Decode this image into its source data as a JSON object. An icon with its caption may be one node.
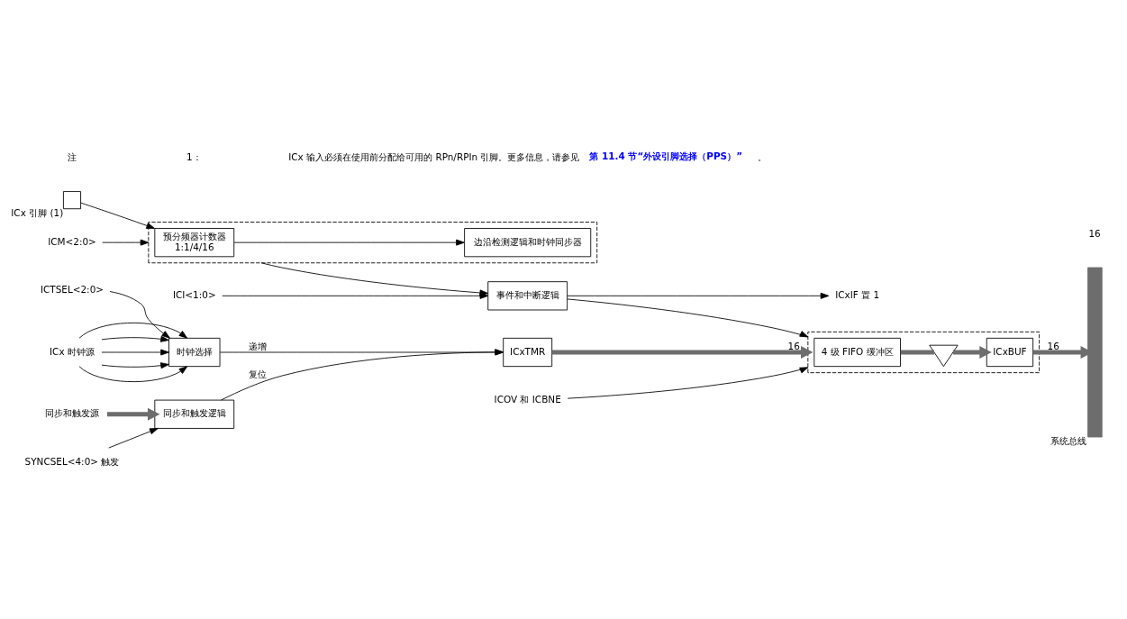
{
  "diagram": {
    "nodes": [
      {
        "text": [],
        "shape": "box",
        "beside": [
          "ICx 引脚 (1)"
        ]
      },
      {
        "text": [],
        "shape": "box"
      },
      {
        "text": [
          "预分频器计数器",
          "1:1/4/16"
        ],
        "in": 1
      },
      {
        "text": [
          "边沿检测逻辑和时钟同步器"
        ],
        "in": 1
      },
      {
        "text": [
          "ICM<2:0>"
        ]
      },
      {
        "text": [
          "事件和中断逻辑"
        ]
      },
      {
        "text": [
          "ICI<1:0>"
        ]
      },
      {
        "text": [
          "ICxIF 置 1"
        ]
      },
      {
        "text": [
          "ICTSEL<2:0>"
        ]
      },
      {
        "text": [
          "时钟选择"
        ]
      },
      {
        "text": [
          "ICx 时钟源"
        ]
      },
      {
        "text": [
          "ICxTMR"
        ]
      },
      {
        "text": [
          "同步和触发源"
        ]
      },
      {
        "text": [
          "同步和触发逻辑"
        ]
      },
      {
        "text": [
          "SYNCSEL<4:0> 触发"
        ]
      },
      {
        "text": [],
        "shape": "box"
      },
      {
        "text": [
          "4 级 FIFO 缓冲区"
        ],
        "in": 15
      },
      {
        "text": [],
        "shape": "triangle",
        "in": 15
      },
      {
        "text": [
          "ICxBUF"
        ],
        "in": 15
      },
      {
        "text": [
          "ICOV 和 ICBNE"
        ]
      },
      {
        "text": [],
        "shape": "bar",
        "beside": [
          "系统总线"
        ]
      }
    ],
    "edges": [
      {
        "from": 0,
        "to": 2,
        "arrow": "to"
      },
      {
        "from": 4,
        "to": 1,
        "arrow": "to"
      },
      {
        "from": 2,
        "to": 3,
        "arrow": "to"
      },
      {
        "from": 1,
        "to": 5,
        "arrow": "to"
      },
      {
        "from": 6,
        "to": 5,
        "arrow": "to"
      },
      {
        "from": 5,
        "to": 7,
        "arrow": "to"
      },
      {
        "from": 5,
        "to": 15,
        "arrow": "to"
      },
      {
        "from": 8,
        "to": 9,
        "arrow": "to"
      },
      {
        "from": 10,
        "to": 9,
        "arrow": "to"
      },
      {
        "from": 10,
        "to": 9,
        "arrow": "to"
      },
      {
        "from": 10,
        "to": 9,
        "arrow": "to"
      },
      {
        "from": 10,
        "to": 9,
        "arrow": "to"
      },
      {
        "from": 10,
        "to": 9,
        "arrow": "to"
      },
      {
        "from": 9,
        "to": 11,
        "arrow": "to",
        "label": "递增"
      },
      {
        "from": 12,
        "to": 13,
        "arrow": "to",
        "style": "thick",
        "color": "#6d6d6d"
      },
      {
        "from": 13,
        "to": 11,
        "arrow": "to",
        "label": "复位"
      },
      {
        "from": 14,
        "to": 13,
        "arrow": "to"
      },
      {
        "from": 11,
        "to": 15,
        "arrow": "to",
        "label": "16",
        "style": "thick",
        "color": "#6d6d6d"
      },
      {
        "from": 16,
        "to": 17,
        "arrow": "none",
        "style": "thick",
        "color": "#6d6d6d"
      },
      {
        "from": 17,
        "to": 18,
        "arrow": "to",
        "style": "thick",
        "color": "#6d6d6d"
      },
      {
        "from": 19,
        "to": 15,
        "arrow": "to"
      },
      {
        "from": 18,
        "to": 20,
        "arrow": "to",
        "label": "16",
        "style": "thick",
        "color": "#6d6d6d"
      }
    ],
    "labels": [
      "16",
      "注",
      "1：",
      "ICx 输入必须在使用前分配给可用的 RPn/RPIn 引脚。更多信息，请参见**第 11.4 节“外设引脚选择（PPS）”**。"
    ]
  }
}
